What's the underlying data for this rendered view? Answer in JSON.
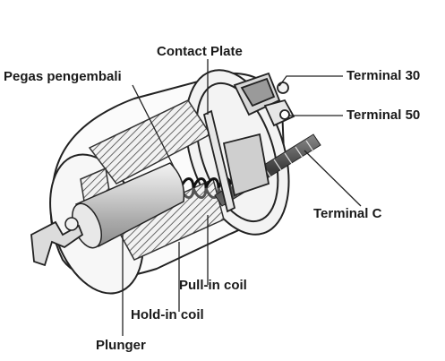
{
  "diagram": {
    "labels": {
      "contact_plate": "Contact Plate",
      "pegas_pengembali": "Pegas pengembali",
      "terminal_30": "Terminal 30",
      "terminal_50": "Terminal 50",
      "terminal_c": "Terminal C",
      "pull_in_coil": "Pull-in coil",
      "hold_in_coil": "Hold-in coil",
      "plunger": "Plunger"
    }
  }
}
